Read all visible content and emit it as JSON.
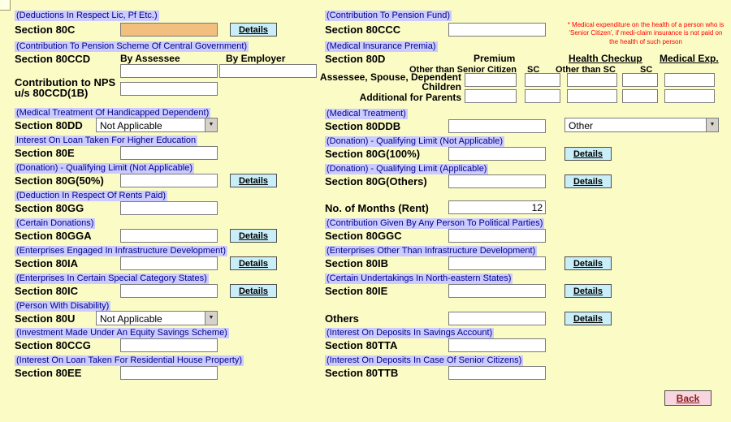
{
  "colors": {
    "background": "#FBFBC6",
    "label_bg": "#CBCBFF",
    "label_text": "#00008B",
    "details_button_bg": "#C9EEF8",
    "focused_field_bg": "#F2BF7E",
    "back_button_bg": "#F8D6DF",
    "back_button_text": "#8B1A1A",
    "note_text": "#FF0000"
  },
  "buttons": {
    "details": "Details",
    "back": "Back"
  },
  "note": "* Medical expenditure on the health of a person who is 'Senior Citizen', if medi-claim insurance is not paid on the health of such person",
  "left": {
    "s80c": {
      "cap": "(Deductions In Respect Lic, Pf Etc.)",
      "sec": "Section 80C"
    },
    "s80ccd": {
      "cap": "(Contribution To Pension Scheme Of Central Government)",
      "sec": "Section 80CCD",
      "by_assessee": "By Assessee",
      "by_employer": "By Employer"
    },
    "nps": {
      "line1": "Contribution to NPS",
      "line2": "u/s 80CCD(1B)"
    },
    "s80dd": {
      "cap": "(Medical Treatment Of Handicapped Dependent)",
      "sec": "Section 80DD",
      "val": "Not Applicable"
    },
    "s80e": {
      "cap": "Interest On Loan Taken For Higher Education",
      "sec": "Section 80E"
    },
    "s80g50": {
      "cap": "(Donation) - Qualifying Limit (Not Applicable)",
      "sec": "Section 80G(50%)"
    },
    "s80gg": {
      "cap": "(Deduction In Respect Of Rents Paid)",
      "sec": "Section 80GG"
    },
    "s80gga": {
      "cap": "(Certain Donations)",
      "sec": "Section 80GGA"
    },
    "s80ia": {
      "cap": "(Enterprises Engaged In Infrastructure Development)",
      "sec": "Section 80IA"
    },
    "s80ic": {
      "cap": "(Enterprises In Certain Special Category States)",
      "sec": "Section 80IC"
    },
    "s80u": {
      "cap": "(Person With Disability)",
      "sec": "Section 80U",
      "val": "Not Applicable"
    },
    "s80ccg": {
      "cap": "(Investment Made Under An Equity Savings Scheme)",
      "sec": "Section 80CCG"
    },
    "s80ee": {
      "cap": "(Interest On Loan Taken For Residential House Property)",
      "sec": "Section 80EE"
    }
  },
  "right": {
    "s80ccc": {
      "cap": "(Contribution To Pension Fund)",
      "sec": "Section 80CCC"
    },
    "s80d": {
      "cap": "(Medical Insurance Premia)",
      "sec": "Section 80D",
      "premium": "Premium",
      "health": "Health Checkup",
      "medexp": "Medical Exp.",
      "sub_other_senior": "Other than Senior Citizen",
      "sub_sc1": "SC",
      "sub_other_sc": "Other than SC",
      "sub_sc2": "SC",
      "row1a": "Assessee, Spouse, Dependent",
      "row1b": "Children",
      "row2": "Additional for Parents"
    },
    "s80ddb": {
      "cap": "(Medical Treatment)",
      "sec": "Section 80DDB",
      "val": "Other"
    },
    "s80g100": {
      "cap": "(Donation) - Qualifying Limit (Not Applicable)",
      "sec": "Section 80G(100%)"
    },
    "s80goth": {
      "cap": "(Donation) - Qualifying Limit (Applicable)",
      "sec": "Section 80G(Others)"
    },
    "months": {
      "sec": "No. of Months (Rent)",
      "val": "12"
    },
    "s80ggc": {
      "cap": "(Contribution Given By Any Person To Political Parties)",
      "sec": "Section 80GGC"
    },
    "s80ib": {
      "cap": "(Enterprises Other Than Infrastructure Development)",
      "sec": "Section 80IB"
    },
    "s80ie": {
      "cap": "(Certain Undertakings In North-eastern States)",
      "sec": "Section 80IE"
    },
    "others": {
      "sec": "Others"
    },
    "s80tta": {
      "cap": "(Interest On Deposits In Savings Account)",
      "sec": "Section 80TTA"
    },
    "s80ttb": {
      "cap": "(Interest On Deposits In Case Of Senior Citizens)",
      "sec": "Section 80TTB"
    }
  }
}
